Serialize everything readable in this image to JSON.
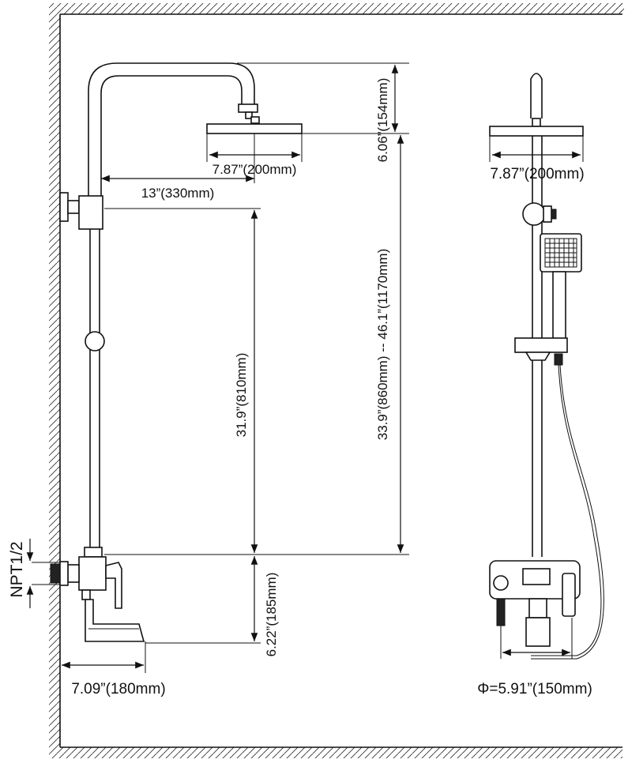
{
  "front_view": {
    "head_width": "7.87”(200mm)",
    "arm_reach": "13”(330mm)",
    "head_drop": "6.06”(154mm)",
    "rail_height": "33.9”(860mm) -- 46.1”(1170mm)",
    "bracket_to_valve": "31.9”(810mm)",
    "valve_to_spout": "6.22”(185mm)",
    "spout_reach": "7.09”(180mm)",
    "inlet_thread": "NPT1/2"
  },
  "side_view": {
    "head_width": "7.87”(200mm)",
    "inlet_spacing": "Φ=5.91”(150mm)"
  },
  "icons": {
    "dimension_arrow": "arrow-icon",
    "wall_hatch": "hatch-pattern"
  }
}
